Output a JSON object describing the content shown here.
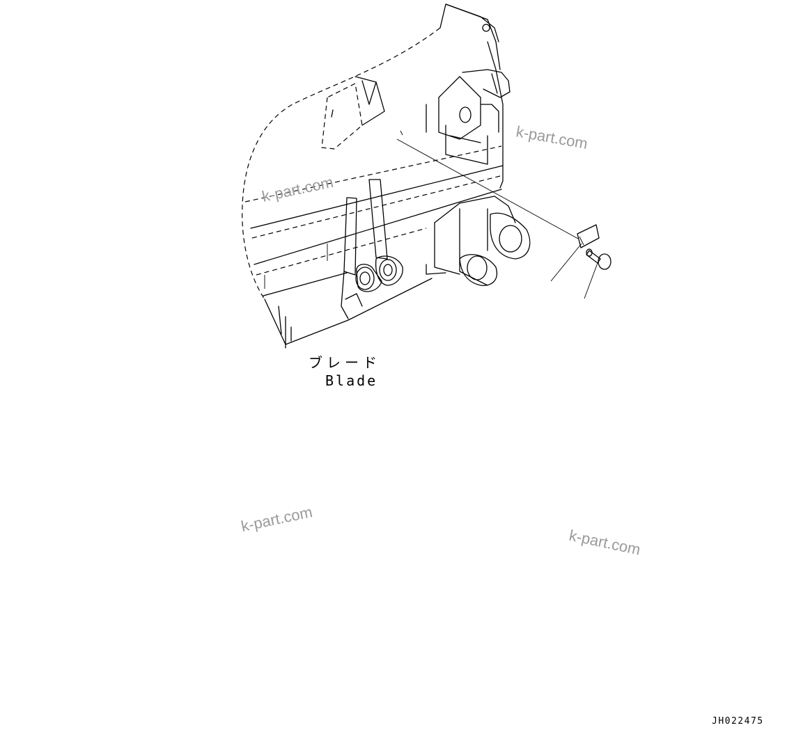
{
  "part_label": {
    "japanese": "ブレード",
    "english": "Blade"
  },
  "watermarks": [
    "k-part.com",
    "k-part.com",
    "k-part.com",
    "k-part.com"
  ],
  "drawing_code": "JH022475"
}
